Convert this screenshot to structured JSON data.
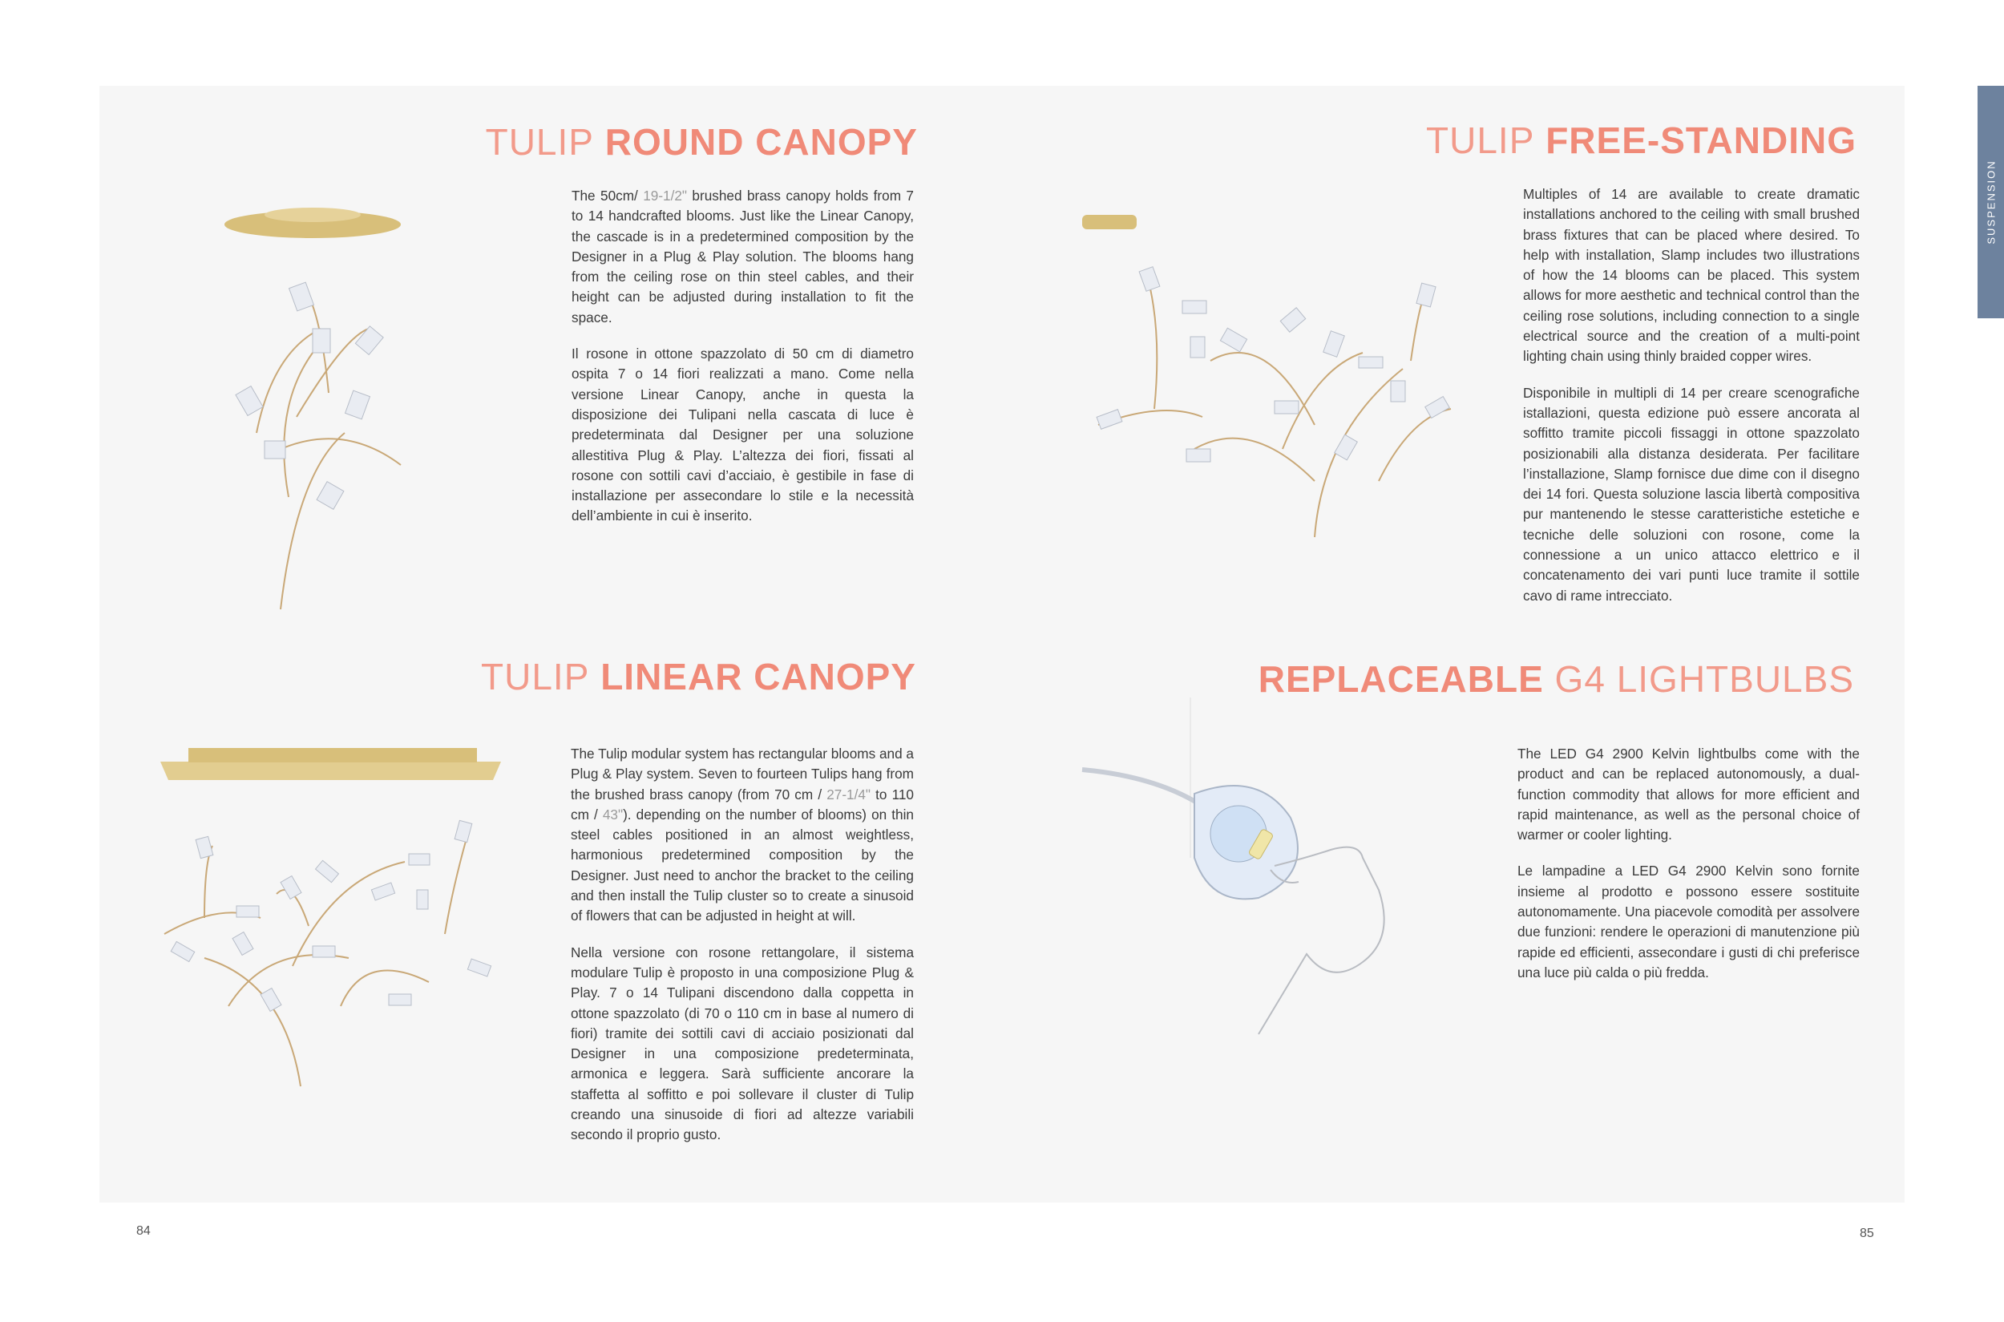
{
  "side_tab": "SUSPENSION",
  "page_numbers": {
    "left": "84",
    "right": "85"
  },
  "sections": {
    "round": {
      "title_light": "TULIP",
      "title_bold": "ROUND CANOPY",
      "p1_a": "The 50cm/ ",
      "p1_dim": "19-1/2ʺ",
      "p1_b": " brushed brass canopy  holds from 7 to 14 handcrafted blooms. Just like the Linear Canopy, the cascade is in a predetermined composition by the Designer in a Plug & Play solution. The blooms hang from the ceiling rose on thin steel cables, and their height can be adjusted during installation to fit the space.",
      "p2": "Il rosone in ottone spazzolato di 50 cm di diametro ospita 7 o 14 fiori realizzati a mano. Come nella versione Linear Canopy, anche in questa la disposizione dei Tulipani nella cascata di luce è predeterminata dal Designer per una soluzione allestitiva Plug & Play.  L’altezza dei fiori, fissati al rosone con sottili cavi d’acciaio, è gestibile in fase di installazione per assecondare lo stile e la necessità dell’ambiente in cui è inserito."
    },
    "free": {
      "title_light": "TULIP",
      "title_bold": "FREE-STANDING",
      "p1": "Multiples of 14 are available to create dramatic installations anchored to the ceiling with small brushed brass fixtures that can be placed where desired. To help with installation, Slamp includes two illustrations of how the 14 blooms can be placed. This system allows for more aesthetic and technical control than the ceiling rose solutions, including connection to a single electrical source and the creation of a multi-point lighting chain using thinly braided copper wires.",
      "p2": "Disponibile in multipli di 14 per creare scenografiche istallazioni, questa edizione può essere ancorata al soffitto tramite piccoli fissaggi in ottone spazzolato posizionabili alla distanza desiderata. Per facilitare l’installazione, Slamp fornisce due dime con il disegno dei 14 fori. Questa soluzione lascia libertà compositiva pur mantenendo le stesse caratteristiche estetiche e tecniche delle soluzioni con rosone, come la connessione a un unico attacco elettrico e il concatenamento dei vari punti luce tramite il sottile cavo di rame intrecciato."
    },
    "linear": {
      "title_light": "TULIP",
      "title_bold": "LINEAR CANOPY",
      "p1_a": "The Tulip modular system has rectangular blooms and a Plug & Play system. Seven to fourteen Tulips hang from the brushed brass canopy (from 70 cm / ",
      "p1_dim1": "27-1/4ʺ",
      "p1_b": " to 110 cm / ",
      "p1_dim2": "43ʺ",
      "p1_c": "). depending on the number of blooms) on thin steel cables positioned in an almost weightless, harmonious predetermined composition by the Designer. Just need to anchor the bracket to the ceiling and then install the Tulip cluster so to create a sinusoid of flowers that can be adjusted in height at will.",
      "p2": "Nella versione con rosone rettangolare, il sistema modulare Tulip è proposto in una composizione Plug & Play.  7 o 14 Tulipani discendono dalla coppetta in ottone spazzolato (di 70 o 110 cm in base al numero di fiori) tramite dei sottili cavi di acciaio posizionati dal Designer in una composizione predeterminata, armonica e leggera. Sarà sufficiente ancorare la staffetta al soffitto e poi sollevare il cluster di Tulip creando una sinusoide di fiori ad altezze variabili secondo il proprio gusto."
    },
    "bulbs": {
      "title_bold": "REPLACEABLE",
      "title_light": "G4 LIGHTBULBS",
      "p1": "The LED G4 2900 Kelvin lightbulbs come with the product and can be replaced autonomously, a dual-function commodity that allows for more efficient and rapid maintenance, as well as the personal choice of warmer or cooler lighting.",
      "p2": "Le lampadine a LED G4 2900 Kelvin sono fornite insieme al prodotto e possono essere sostituite autonomamente. Una piacevole comodità per assolvere due funzioni: rendere le operazioni di manutenzione più rapide ed efficienti, assecondare i gusti di chi preferisce una luce più calda o più fredda."
    }
  },
  "colors": {
    "accent": "#f08a78",
    "tab": "#6d829e",
    "brass": "#d8bf7a",
    "panel": "#f6f6f6"
  }
}
